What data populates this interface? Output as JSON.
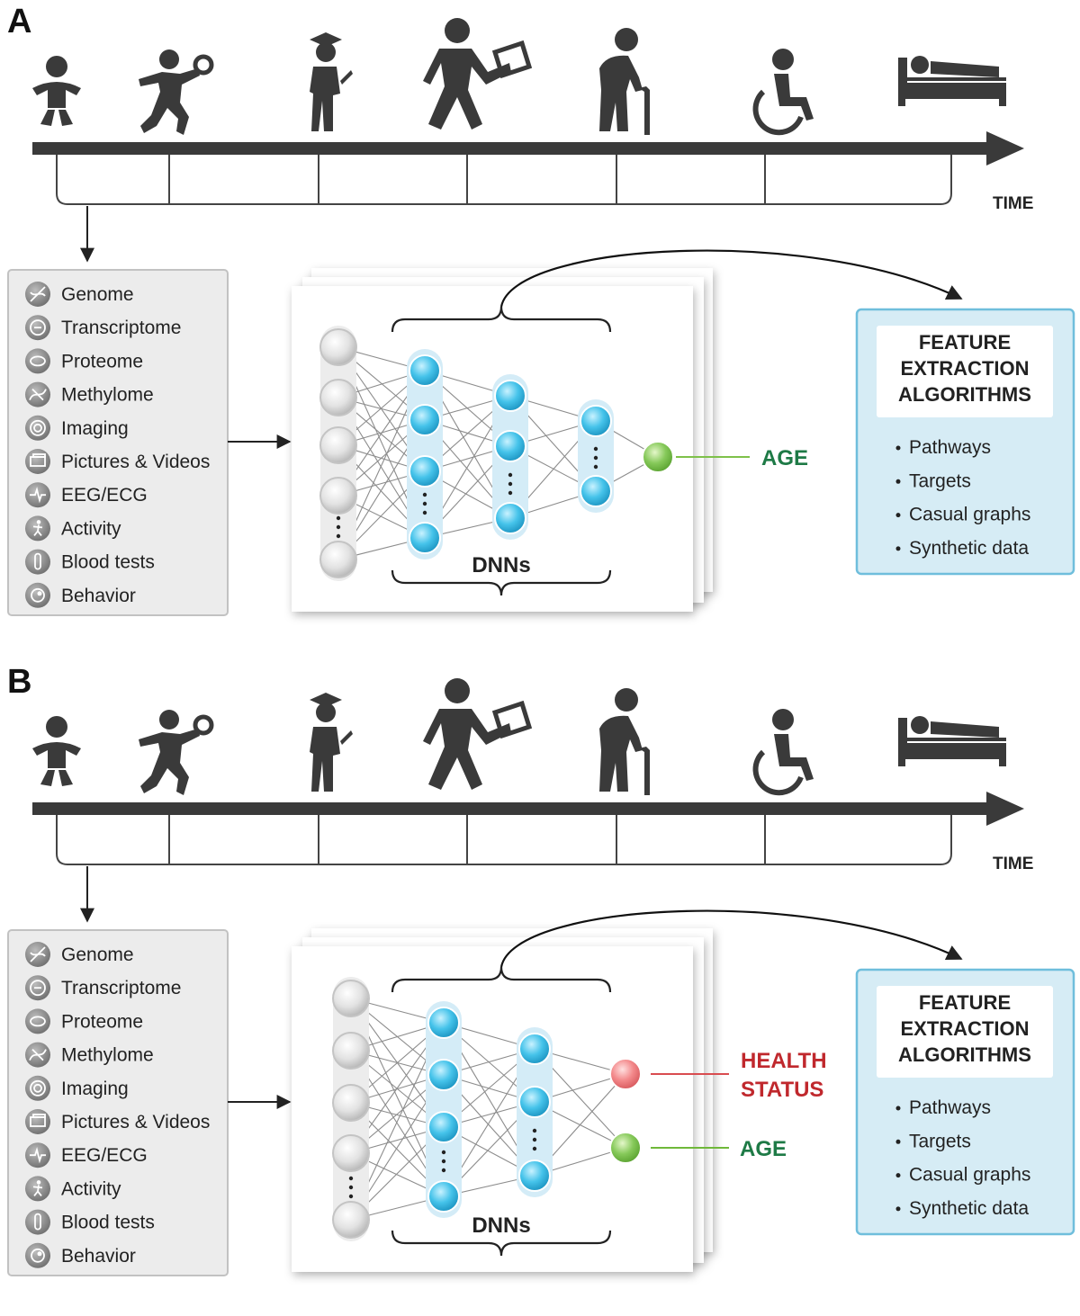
{
  "panels": [
    {
      "letter": "A",
      "time_label": "TIME",
      "data_types": [
        "Genome",
        "Transcriptome",
        "Proteome",
        "Methylome",
        "Imaging",
        "Pictures & Videos",
        "EEG/ECG",
        "Activity",
        "Blood tests",
        "Behavior"
      ],
      "network_label": "DNNs",
      "outputs": [
        {
          "label_lines": [
            "AGE"
          ],
          "color": "#1e7a46",
          "node_color": "#7ec14a"
        }
      ],
      "feature_box": {
        "title_lines": [
          "FEATURE",
          "EXTRACTION",
          "ALGORITHMS"
        ],
        "items": [
          "Pathways",
          "Targets",
          "Casual graphs",
          "Synthetic data"
        ]
      }
    },
    {
      "letter": "B",
      "time_label": "TIME",
      "data_types": [
        "Genome",
        "Transcriptome",
        "Proteome",
        "Methylome",
        "Imaging",
        "Pictures & Videos",
        "EEG/ECG",
        "Activity",
        "Blood tests",
        "Behavior"
      ],
      "network_label": "DNNs",
      "outputs": [
        {
          "label_lines": [
            "HEALTH",
            "STATUS"
          ],
          "color": "#c0282d",
          "node_color": "#f08080"
        },
        {
          "label_lines": [
            "AGE"
          ],
          "color": "#1e7a46",
          "node_color": "#7ec14a"
        }
      ],
      "feature_box": {
        "title_lines": [
          "FEATURE",
          "EXTRACTION",
          "ALGORITHMS"
        ],
        "items": [
          "Pathways",
          "Targets",
          "Casual graphs",
          "Synthetic data"
        ]
      }
    }
  ],
  "life_stages": [
    "baby-icon",
    "child-running-icon",
    "student-icon",
    "worker-walking-icon",
    "elderly-cane-icon",
    "wheelchair-icon",
    "bedridden-icon"
  ],
  "data_type_icons": [
    "dna-icon",
    "transcriptome-icon",
    "proteome-icon",
    "methylome-icon",
    "imaging-icon",
    "pictures-videos-icon",
    "eeg-ecg-icon",
    "activity-icon",
    "blood-tests-icon",
    "behavior-icon"
  ],
  "colors": {
    "timeline": "#3a3a3a",
    "node_input": "#d9d9d9",
    "node_hidden": "#3ab8e0",
    "layer_band": "#d4ecf7",
    "feature_box_bg": "#d6ecf5",
    "feature_box_border": "#6fbedc"
  }
}
